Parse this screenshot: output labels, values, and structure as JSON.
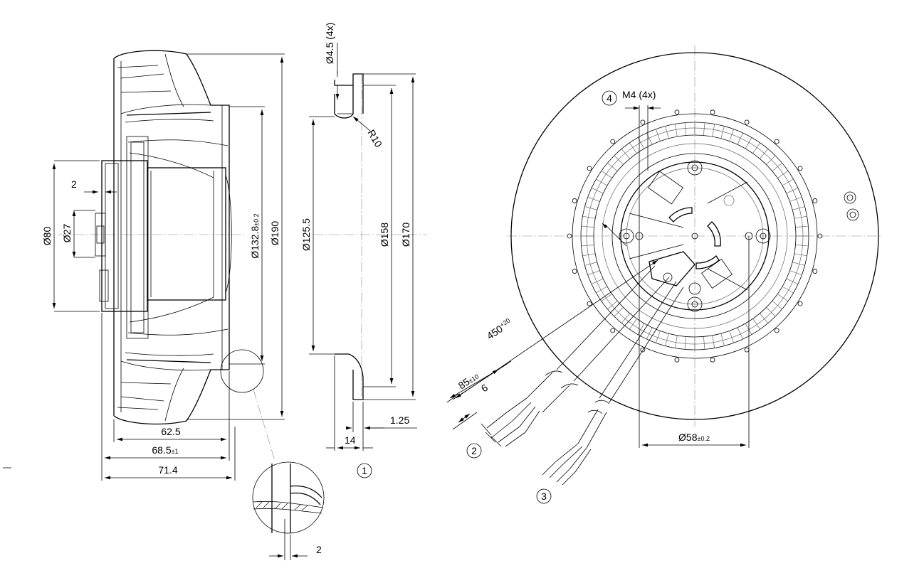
{
  "side_view": {
    "dims": {
      "d80": "Ø80",
      "d27": "Ø27",
      "width2": "2",
      "d132_8": "Ø132.8",
      "d132_8_tol": "±0.2",
      "d190": "Ø190",
      "l62_5": "62.5",
      "l68_5": "68.5",
      "l68_5_tol": "±1",
      "l71_4": "71.4"
    },
    "detail_dim": "2"
  },
  "section_view": {
    "dims": {
      "d4_5": "Ø4.5 (4x)",
      "r10": "R10",
      "d125_5": "Ø125.5",
      "d158": "Ø158",
      "d170": "Ø170",
      "l1_25": "1.25",
      "l14": "14"
    },
    "callout_1": "1"
  },
  "front_view": {
    "callout_4": "4",
    "m4": "M4 (4x)",
    "d58": "Ø58",
    "d58_tol": "±0.2",
    "cable_len": "450",
    "cable_len_tol": "+20",
    "strip_85": "85",
    "strip_85_tol": "±10",
    "strip_6": "6",
    "callout_2": "2",
    "callout_3": "3"
  }
}
